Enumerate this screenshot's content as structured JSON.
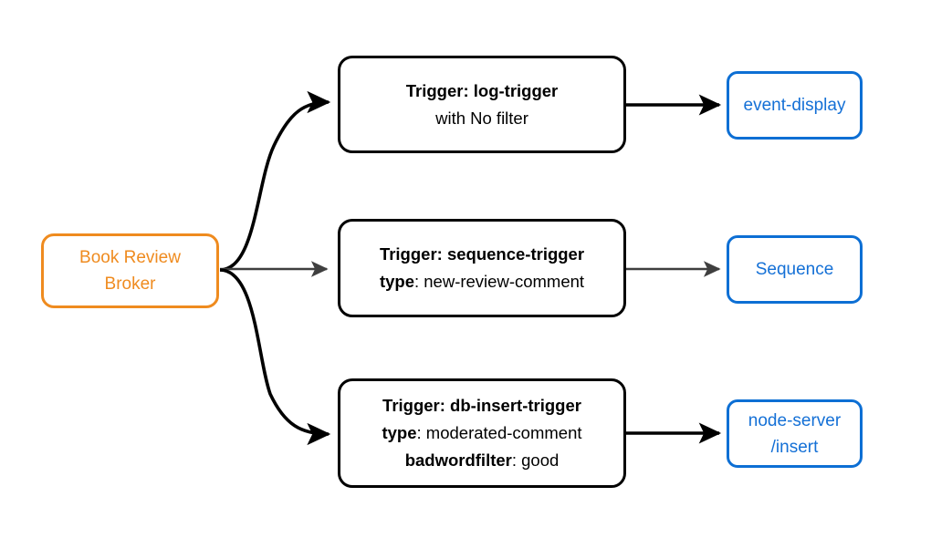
{
  "diagram": {
    "title": "Book Review Broker event trigger routing",
    "background": "#ffffff",
    "colors": {
      "broker_border": "#ef8b1f",
      "broker_text": "#ef8b1f",
      "trigger_border": "#000000",
      "trigger_text": "#000000",
      "target_border": "#0d6fd4",
      "target_text": "#1470d6",
      "edge_black": "#000000",
      "edge_gray": "#3f3f3f"
    }
  },
  "broker": {
    "name": "book-review-broker",
    "line1": "Book Review",
    "line2": "Broker"
  },
  "triggers": [
    {
      "name": "log-trigger",
      "line1_bold": "Trigger: log-trigger",
      "line2_key": "",
      "line2_value": "with No filter",
      "line3_key": "",
      "line3_value": ""
    },
    {
      "name": "sequence-trigger",
      "line1_bold": "Trigger: sequence-trigger",
      "line2_key": "type",
      "line2_value": ": new-review-comment",
      "line3_key": "",
      "line3_value": ""
    },
    {
      "name": "db-insert-trigger",
      "line1_bold": "Trigger: db-insert-trigger",
      "line2_key": "type",
      "line2_value": ": moderated-comment",
      "line3_key": "badwordfilter",
      "line3_value": ": good"
    }
  ],
  "targets": [
    {
      "name": "event-display",
      "line1": "event-display",
      "line2": ""
    },
    {
      "name": "sequence",
      "line1": "Sequence",
      "line2": ""
    },
    {
      "name": "node-server-insert",
      "line1": "node-server",
      "line2": "/insert"
    }
  ]
}
